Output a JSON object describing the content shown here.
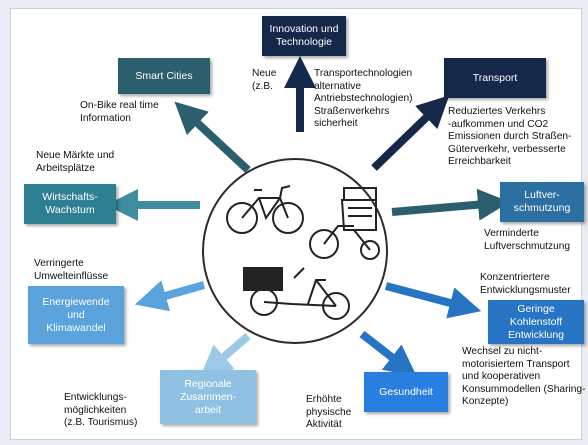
{
  "boxes": {
    "innovation": "Innovation und\nTechnologie",
    "smart_cities": "Smart Cities",
    "transport": "Transport",
    "wirtschaft": "Wirtschafts-\nWachstum",
    "luft": "Luftver-\nschmutzung",
    "energie": "Energiewende\nund\nKlimawandel",
    "kohlenstoff": "Geringe\nKohlenstoff\nEntwicklung",
    "regionale": "Regionale\nZusammen-\narbeit",
    "gesundheit": "Gesundheit"
  },
  "captions": {
    "innovation_left": "Neue\n(z.B.",
    "innovation_right": "Transportechnologien\nalternative\nAntriebstechnologien)\nStraßenverkehrs\nsicherheit",
    "smart_cities": "On-Bike real time\nInformation",
    "transport": "Reduziertes Verkehrs\n-aufkommen und CO2\nEmissionen durch Straßen-\nGüterverkehr, verbesserte\nErreichbarkeit",
    "wirtschaft": "Neue Märkte und\nArbeitsplätze",
    "luft": "Verminderte\nLuftverschmutzung",
    "energie": "Verringerte\nUmwelteinflüsse",
    "kohlenstoff": "Konzentriertere\nEntwicklungsmuster",
    "gesundheit_right": "Wechsel zu nicht-\nmotorisiertem Transport\nund kooperativen\nKonsummodellen (Sharing-\nKonzepte)",
    "regionale": "Entwicklungs-\nmöglichkeiten\n(z.B. Tourismus)",
    "gesundheit_left": "Erhöhte\nphysische\nAktivität"
  },
  "colors": {
    "navy": "#16284a",
    "dark_teal": "#2c5f6e",
    "teal": "#2f7f93",
    "blue": "#2773c4",
    "light_blue": "#5aa3dc",
    "pale_blue": "#8fc1e3"
  },
  "center_icons": [
    "city-bike-icon",
    "cycle-rickshaw-icon",
    "cargo-bike-icon"
  ]
}
